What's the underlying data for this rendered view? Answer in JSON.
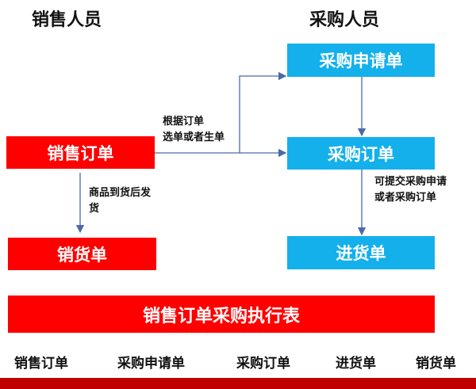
{
  "headers": {
    "sales": "销售人员",
    "purchase": "采购人员"
  },
  "boxes": {
    "purchase_request": "采购申请单",
    "sales_order": "销售订单",
    "purchase_order": "采购订单",
    "sales_delivery": "销货单",
    "purchase_receipt": "进货单",
    "execution_table": "销售订单采购执行表"
  },
  "notes": {
    "order_line1": "根据订单",
    "order_line2": "选单或者生单",
    "delivery_line1": "商品到货后发",
    "delivery_line2": "货",
    "receipt_line1": "可提交采购申请",
    "receipt_line2": "或者采购订单"
  },
  "footer": [
    "销售订单",
    "采购申请单",
    "采购订单",
    "进货单",
    "销货单"
  ],
  "colors": {
    "red": "#fe0000",
    "blue": "#13b0ec",
    "bottom_bar": "#c00000",
    "arrow": "#4a6aa8"
  }
}
